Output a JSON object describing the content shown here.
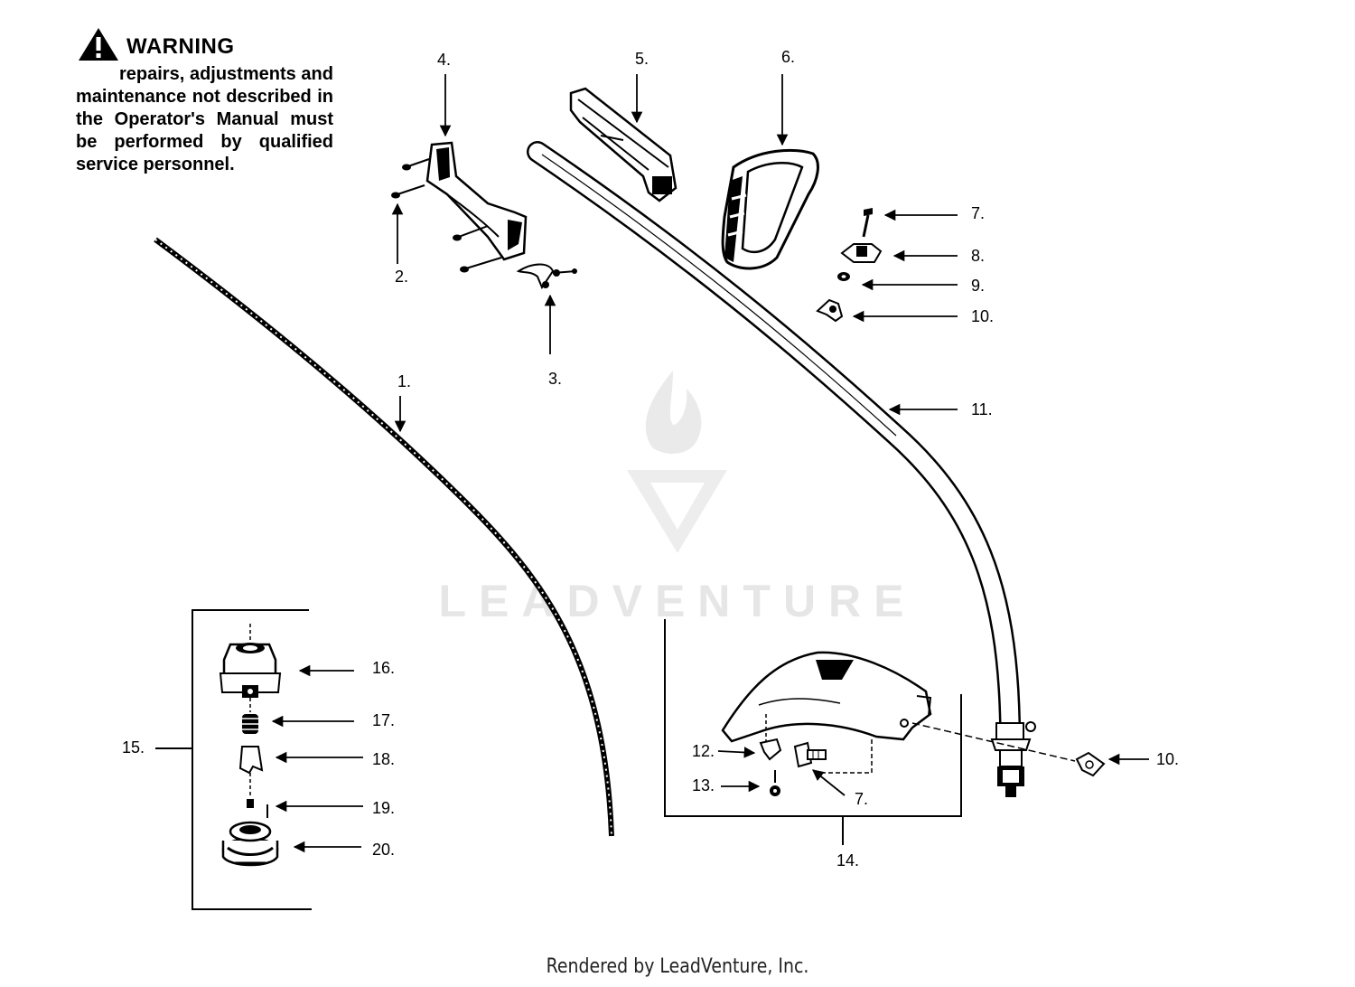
{
  "warning": {
    "title": "WARNING",
    "text": "repairs, adjustments and maintenance not described in the Operator's Manual must be performed by qualified service personnel."
  },
  "watermark": {
    "text": "LEADVENTURE"
  },
  "footer": {
    "text": "Rendered by LeadVenture, Inc."
  },
  "callouts": {
    "c1": "1.",
    "c2": "2.",
    "c3": "3.",
    "c4": "4.",
    "c5": "5.",
    "c6": "6.",
    "c7a": "7.",
    "c8": "8.",
    "c9": "9.",
    "c10a": "10.",
    "c11": "11.",
    "c12": "12.",
    "c13": "13.",
    "c14": "14.",
    "c7b": "7.",
    "c10b": "10.",
    "c15": "15.",
    "c16": "16.",
    "c17": "17.",
    "c18": "18.",
    "c19": "19.",
    "c20": "20."
  }
}
